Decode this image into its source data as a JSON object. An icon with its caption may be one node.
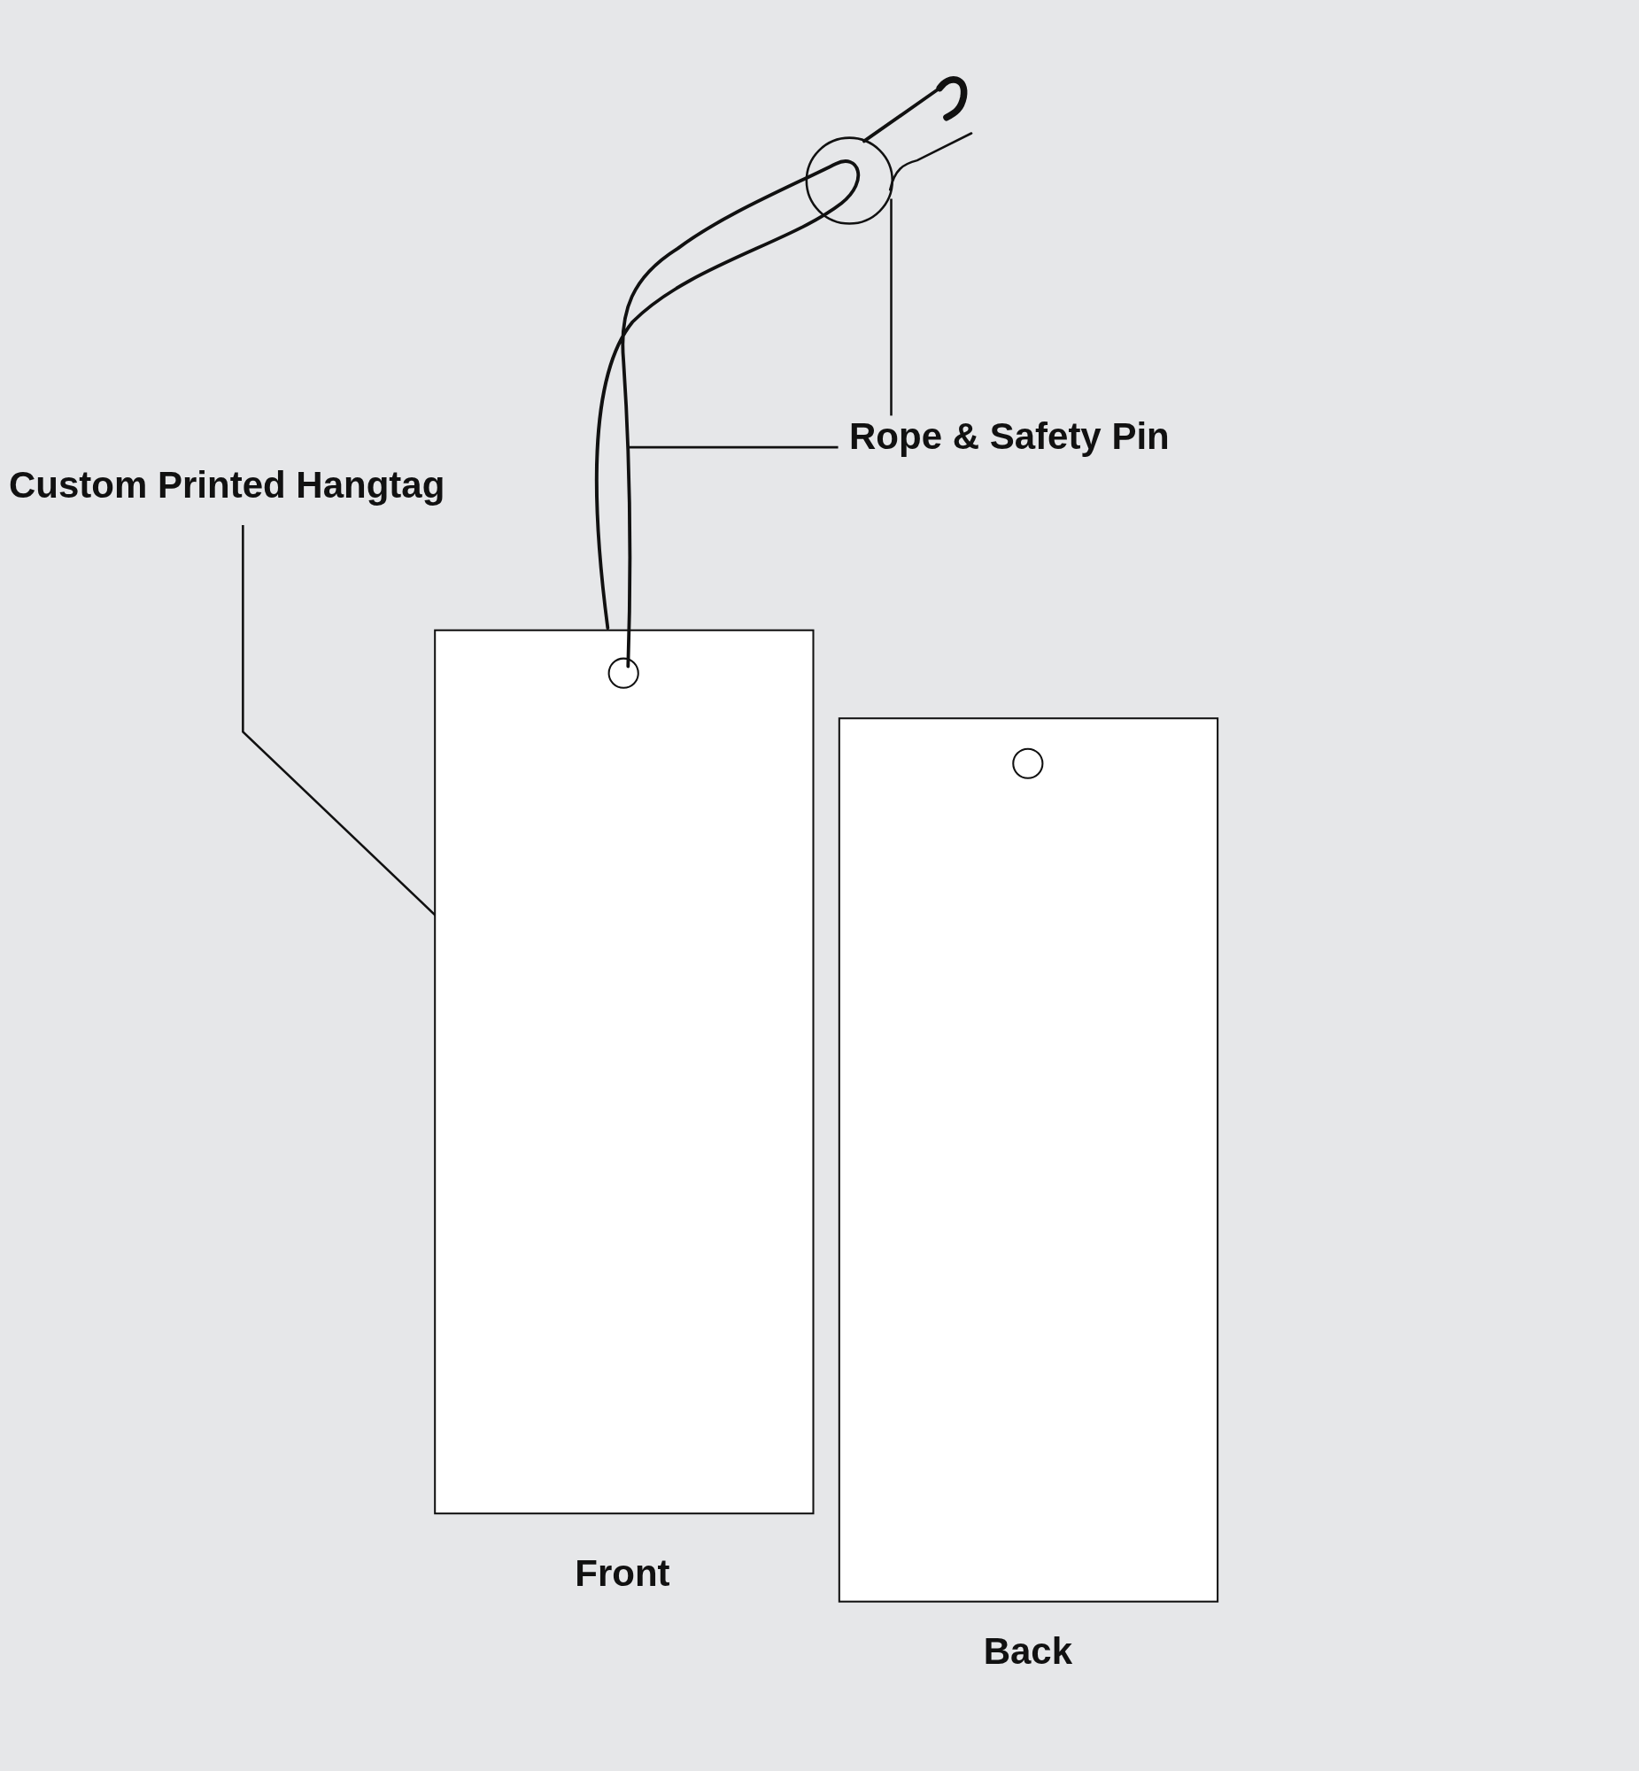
{
  "diagram": {
    "nodes": [
      {
        "text": [
          "Custom Printed Hangtag"
        ]
      },
      {
        "text": [],
        "shape": "box",
        "beside": [
          "Front"
        ]
      },
      {
        "text": [],
        "shape": "box",
        "beside": [
          "Back"
        ]
      },
      {
        "text": [
          "Rope & Safety Pin"
        ]
      },
      {
        "text": [],
        "shape": "picture"
      },
      {
        "text": [],
        "shape": "picture"
      }
    ],
    "edges": [
      {
        "from": 0,
        "to": 1,
        "arrow": "none"
      },
      {
        "from": 3,
        "to": 4,
        "arrow": "none"
      },
      {
        "from": 3,
        "to": 5,
        "arrow": "none"
      }
    ]
  }
}
